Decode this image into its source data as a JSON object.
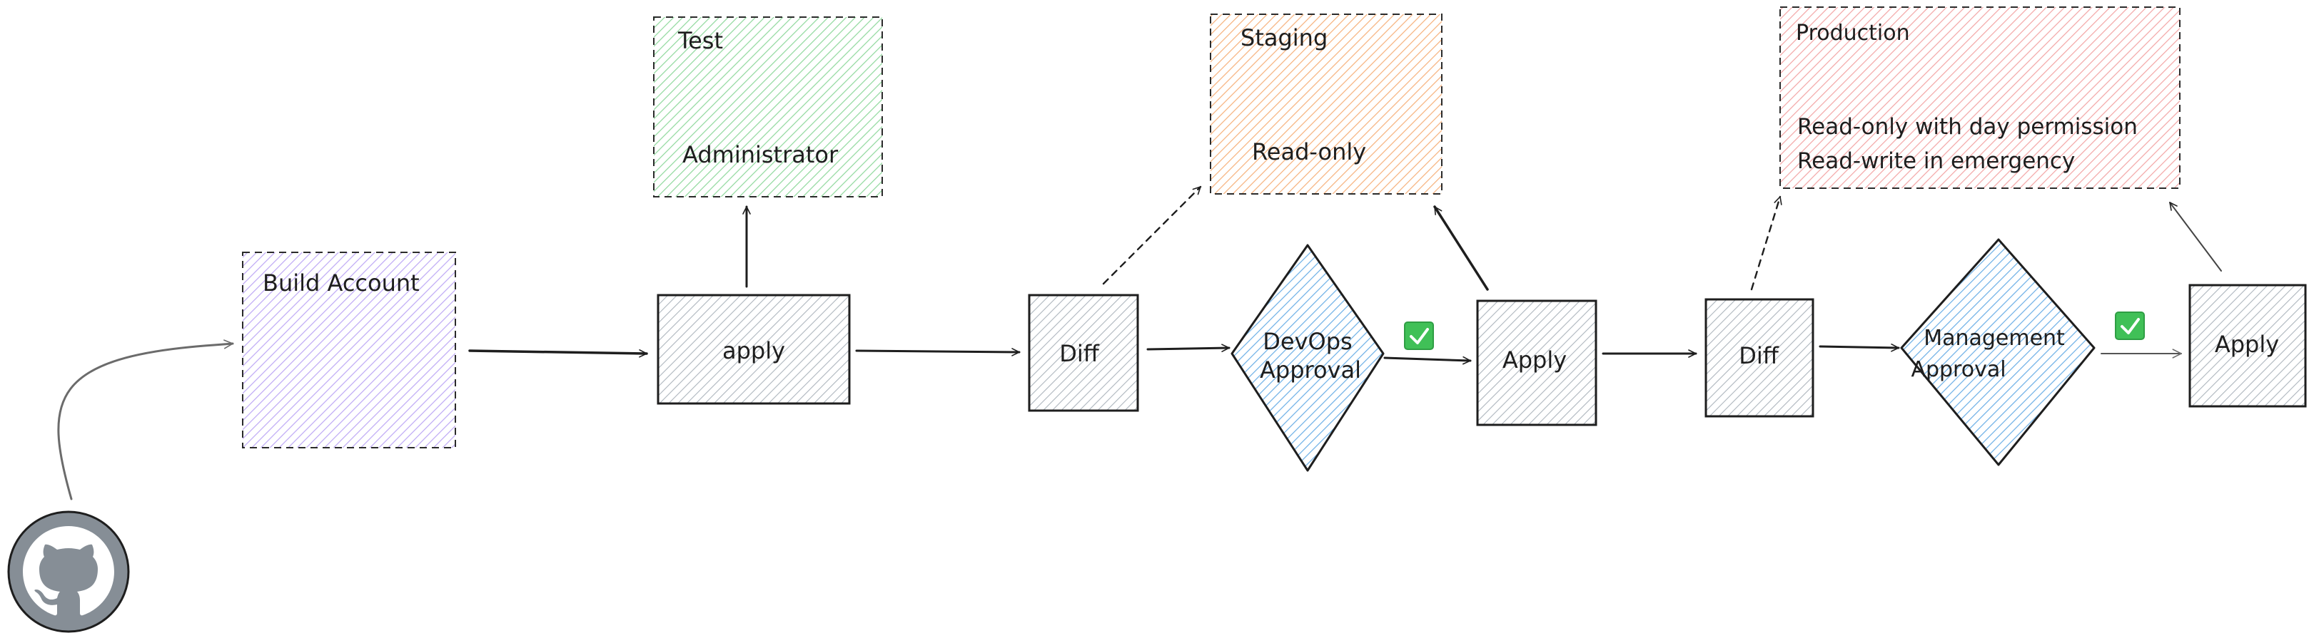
{
  "environments": {
    "test": {
      "title": "Test",
      "role": "Administrator"
    },
    "staging": {
      "title": "Staging",
      "role": "Read-only"
    },
    "production": {
      "title": "Production",
      "role_line1": "Read-only with day permission",
      "role_line2": "Read-write in emergency"
    }
  },
  "build_account": {
    "label": "Build Account"
  },
  "steps": {
    "test_apply": "apply",
    "staging_diff": "Diff",
    "devops_approval_line1": "DevOps",
    "devops_approval_line2": "Approval",
    "staging_apply": "Apply",
    "prod_diff": "Diff",
    "mgmt_approval_line1": "Management",
    "mgmt_approval_line2": "Approval",
    "prod_apply": "Apply"
  },
  "source": {
    "icon": "github-icon"
  },
  "colors": {
    "test_fill": "#b2f2bb",
    "staging_fill": "#ffc9a0",
    "production_fill": "#ffc9c9",
    "build_fill": "#d0bfff",
    "step_fill": "#e9ecef",
    "approval_fill": "#a5d8ff",
    "approved_check": "#40c057",
    "stroke": "#1e1e1e"
  }
}
